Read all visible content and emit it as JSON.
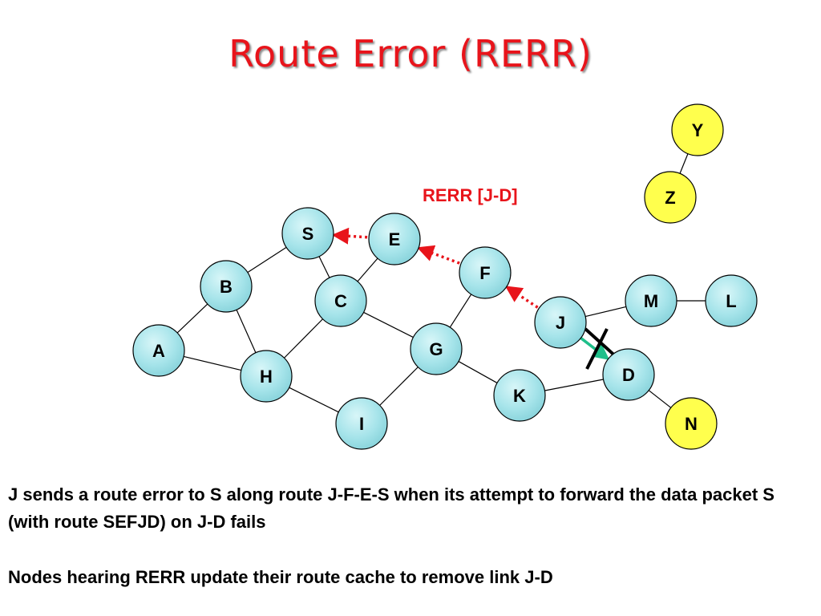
{
  "title": "Route Error (RERR)",
  "rerr_label": "RERR [J-D]",
  "nodes": {
    "S": "S",
    "E": "E",
    "F": "F",
    "B": "B",
    "C": "C",
    "A": "A",
    "H": "H",
    "G": "G",
    "I": "I",
    "K": "K",
    "J": "J",
    "D": "D",
    "M": "M",
    "L": "L",
    "Y": "Y",
    "Z": "Z",
    "N": "N"
  },
  "links": [
    [
      "S",
      "B"
    ],
    [
      "S",
      "C"
    ],
    [
      "E",
      "C"
    ],
    [
      "B",
      "A"
    ],
    [
      "B",
      "H"
    ],
    [
      "A",
      "H"
    ],
    [
      "C",
      "H"
    ],
    [
      "C",
      "G"
    ],
    [
      "G",
      "F"
    ],
    [
      "G",
      "I"
    ],
    [
      "G",
      "K"
    ],
    [
      "H",
      "I"
    ],
    [
      "K",
      "D"
    ],
    [
      "J",
      "M"
    ],
    [
      "M",
      "L"
    ],
    [
      "Y",
      "Z"
    ],
    [
      "D",
      "N"
    ]
  ],
  "rerr_path": [
    "J",
    "F",
    "E",
    "S"
  ],
  "broken_link": [
    "J",
    "D"
  ],
  "colors": {
    "title": "#e8141b",
    "rerr_arrow": "#e8141b",
    "broken_link": "#1fbf8a",
    "node_fill": "#a6e4ea",
    "node_fill_highlight": "#ffff4d"
  },
  "highlighted_nodes": [
    "Y",
    "Z",
    "N"
  ],
  "caption": {
    "line1": "J sends a route error to S along route J-F-E-S when its attempt to forward the data packet S (with route SEFJD) on J-D fails",
    "line2": "Nodes hearing RERR update their route cache to remove link J-D"
  }
}
